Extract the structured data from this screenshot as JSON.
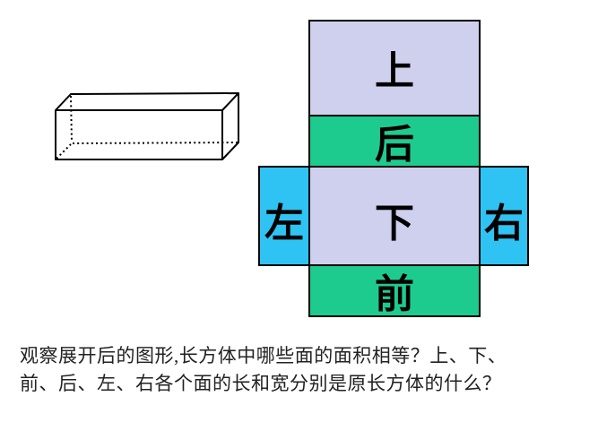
{
  "colors": {
    "background": "#ffffff",
    "outline": "#000000",
    "face_top_bottom": "#cfcfee",
    "face_front_back": "#1ecb8e",
    "face_left_right": "#2fc3f3",
    "label_text": "#000000",
    "question_text": "#222222"
  },
  "cuboid": {
    "description": "rectangular-cuboid-wireframe-with-dotted-hidden-edges"
  },
  "net": {
    "faces": [
      {
        "id": "top",
        "label": "上"
      },
      {
        "id": "back",
        "label": "后"
      },
      {
        "id": "left",
        "label": "左"
      },
      {
        "id": "bottom",
        "label": "下"
      },
      {
        "id": "right",
        "label": "右"
      },
      {
        "id": "front",
        "label": "前"
      }
    ]
  },
  "question": {
    "line1": "观察展开后的图形,长方体中哪些面的面积相等？上、下、",
    "line2": "前、后、左、右各个面的长和宽分别是原长方体的什么？"
  }
}
